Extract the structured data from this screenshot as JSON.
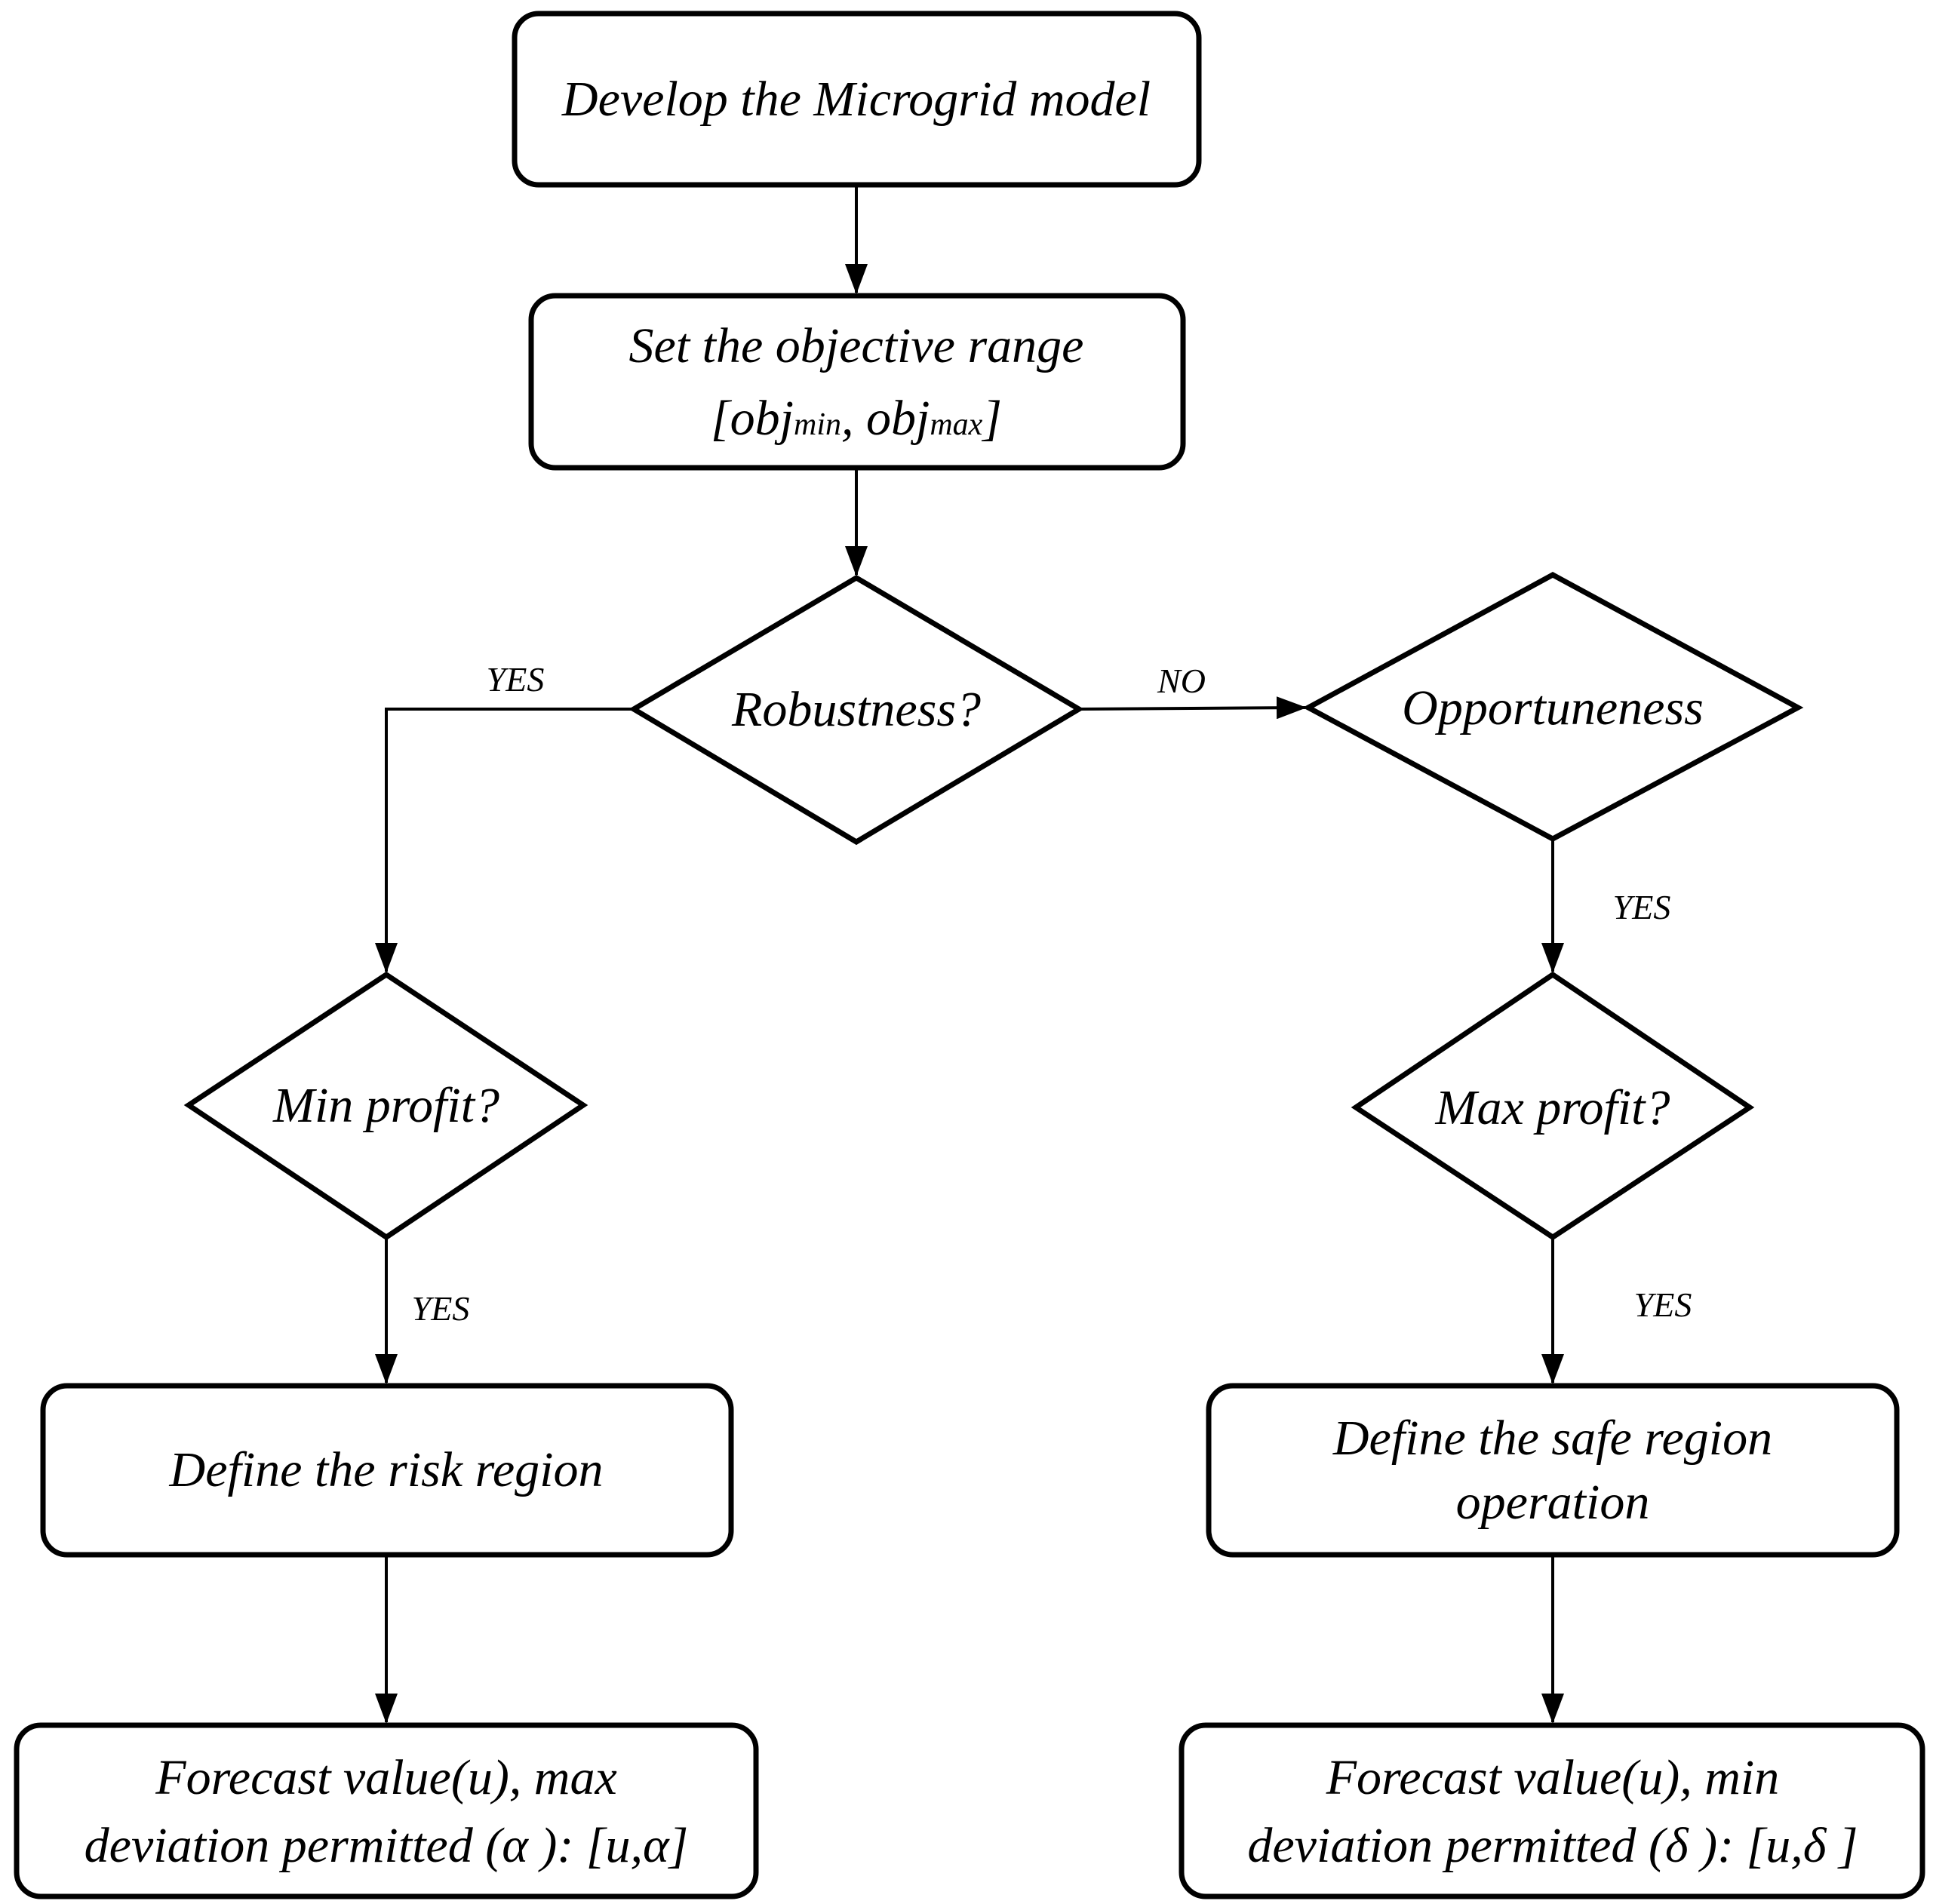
{
  "nodes": {
    "develop_model": {
      "text": "Develop the Microgrid model"
    },
    "set_range": {
      "line1": "Set the objective range",
      "line2_prefix": "[obj",
      "line2_sub1": "min",
      "line2_mid": ", obj",
      "line2_sub2": "max",
      "line2_suffix": "]"
    },
    "robustness": {
      "text": "Robustness?"
    },
    "opportuneness": {
      "text": "Opportuneness"
    },
    "min_profit": {
      "text": "Min profit?"
    },
    "max_profit": {
      "text": "Max profit?"
    },
    "risk_region": {
      "text": "Define the risk region"
    },
    "safe_region": {
      "line1": "Define the safe region",
      "line2": "operation"
    },
    "forecast_left": {
      "line1": "Forecast value(u), max",
      "line2": "deviation permitted (α ): [u,α]"
    },
    "forecast_right": {
      "line1": "Forecast value(u), min",
      "line2": "deviation permitted (δ ): [u,δ ]"
    }
  },
  "edges": {
    "robustness_yes": "YES",
    "robustness_no": "NO",
    "opportuneness_yes": "YES",
    "min_profit_yes": "YES",
    "max_profit_yes": "YES"
  }
}
